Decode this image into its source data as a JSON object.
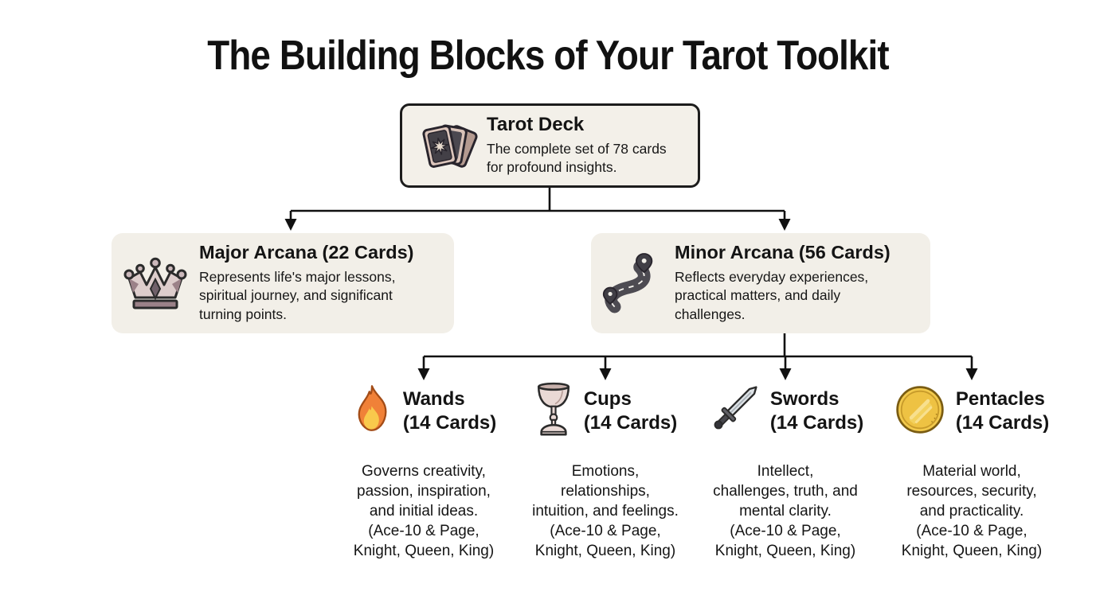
{
  "title": "The Building Blocks of Your Tarot Toolkit",
  "root": {
    "title": "Tarot Deck",
    "description": "The complete set of 78 cards\nfor profound insights.",
    "icon": "tarot-cards-icon"
  },
  "branches": [
    {
      "title": "Major Arcana (22 Cards)",
      "description": "Represents life's major lessons,\nspiritual journey, and significant\nturning points.",
      "icon": "crown-icon"
    },
    {
      "title": "Minor Arcana (56 Cards)",
      "description": "Reflects everyday experiences,\npractical matters, and daily\nchallenges.",
      "icon": "winding-road-icon"
    }
  ],
  "suits": [
    {
      "name": "Wands",
      "count_label": "(14 Cards)",
      "icon": "flame-icon",
      "description": "Governs creativity,\npassion, inspiration,\nand initial ideas.\n(Ace-10 & Page,\nKnight, Queen, King)"
    },
    {
      "name": "Cups",
      "count_label": "(14 Cards)",
      "icon": "chalice-icon",
      "description": "Emotions,\nrelationships,\nintuition, and feelings.\n(Ace-10 & Page,\nKnight, Queen, King)"
    },
    {
      "name": "Swords",
      "count_label": "(14 Cards)",
      "icon": "sword-icon",
      "description": "Intellect,\nchallenges, truth, and\nmental clarity.\n(Ace-10 & Page,\nKnight, Queen, King)"
    },
    {
      "name": "Pentacles",
      "count_label": "(14 Cards)",
      "icon": "coin-icon",
      "description": "Material world,\nresources, security,\nand practicality.\n(Ace-10 & Page,\nKnight, Queen, King)"
    }
  ],
  "colors": {
    "canvas": "#ffffff",
    "node_background": "#f2efe8",
    "node_border": "#1c1c1c",
    "connector": "#111111",
    "text": "#141414",
    "flame_orange": "#f08138",
    "flame_yellow": "#f9c94c",
    "coin_gold": "#f2c94c",
    "card_pink": "#dcc6bc",
    "card_slate": "#434047"
  }
}
